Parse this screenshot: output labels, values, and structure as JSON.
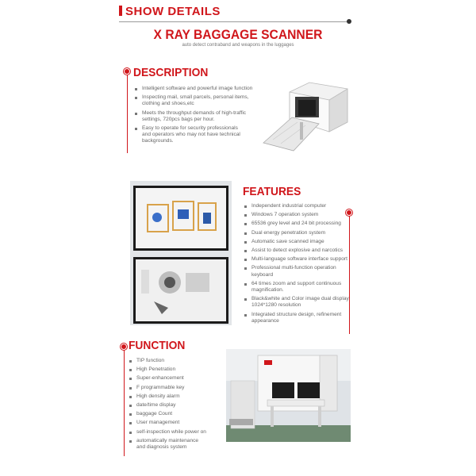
{
  "header": {
    "section_label": "SHOW DETAILS",
    "title": "X RAY BAGGAGE SCANNER",
    "subtitle": "auto detect contraband and weapons in the luggages"
  },
  "description": {
    "title": "DESCRIPTION",
    "items": [
      "Intelligent software and powerful image function",
      "Inspecting mail, small parcels, personal items, clothing and shoes,etc",
      "Meets the throughput demands of high-traffic settings, 720pcs bags per hour.",
      "Easy to operate for security professionals and operators who may not have technical backgrounds."
    ]
  },
  "features": {
    "title": "FEATURES",
    "items": [
      "Independent industrial computer",
      "Windows 7 operation system",
      "65536 grey level and 24 bit processing",
      "Dual energy penetration system",
      "Automatic save scanned image",
      "Assist to detect explosive and narcotics",
      "Multi-language software interface support",
      "Professional multi-function operation keyboard",
      "64 times zoom and support continuous magnification.",
      "Black&white and Color image dual display 1024*1280 resolution",
      "Integrated structure design, refinement appearance"
    ]
  },
  "function": {
    "title": "FUNCTION",
    "items": [
      "TIP function",
      "High Penetration",
      "Super-enhancement",
      "F programmable key",
      "High density alarm",
      "date/time display",
      "baggage Count",
      "User management",
      "self-inspection while power on",
      "automatically maintenance and diagnosis system"
    ]
  },
  "colors": {
    "accent": "#d0161b",
    "text": "#666666"
  }
}
